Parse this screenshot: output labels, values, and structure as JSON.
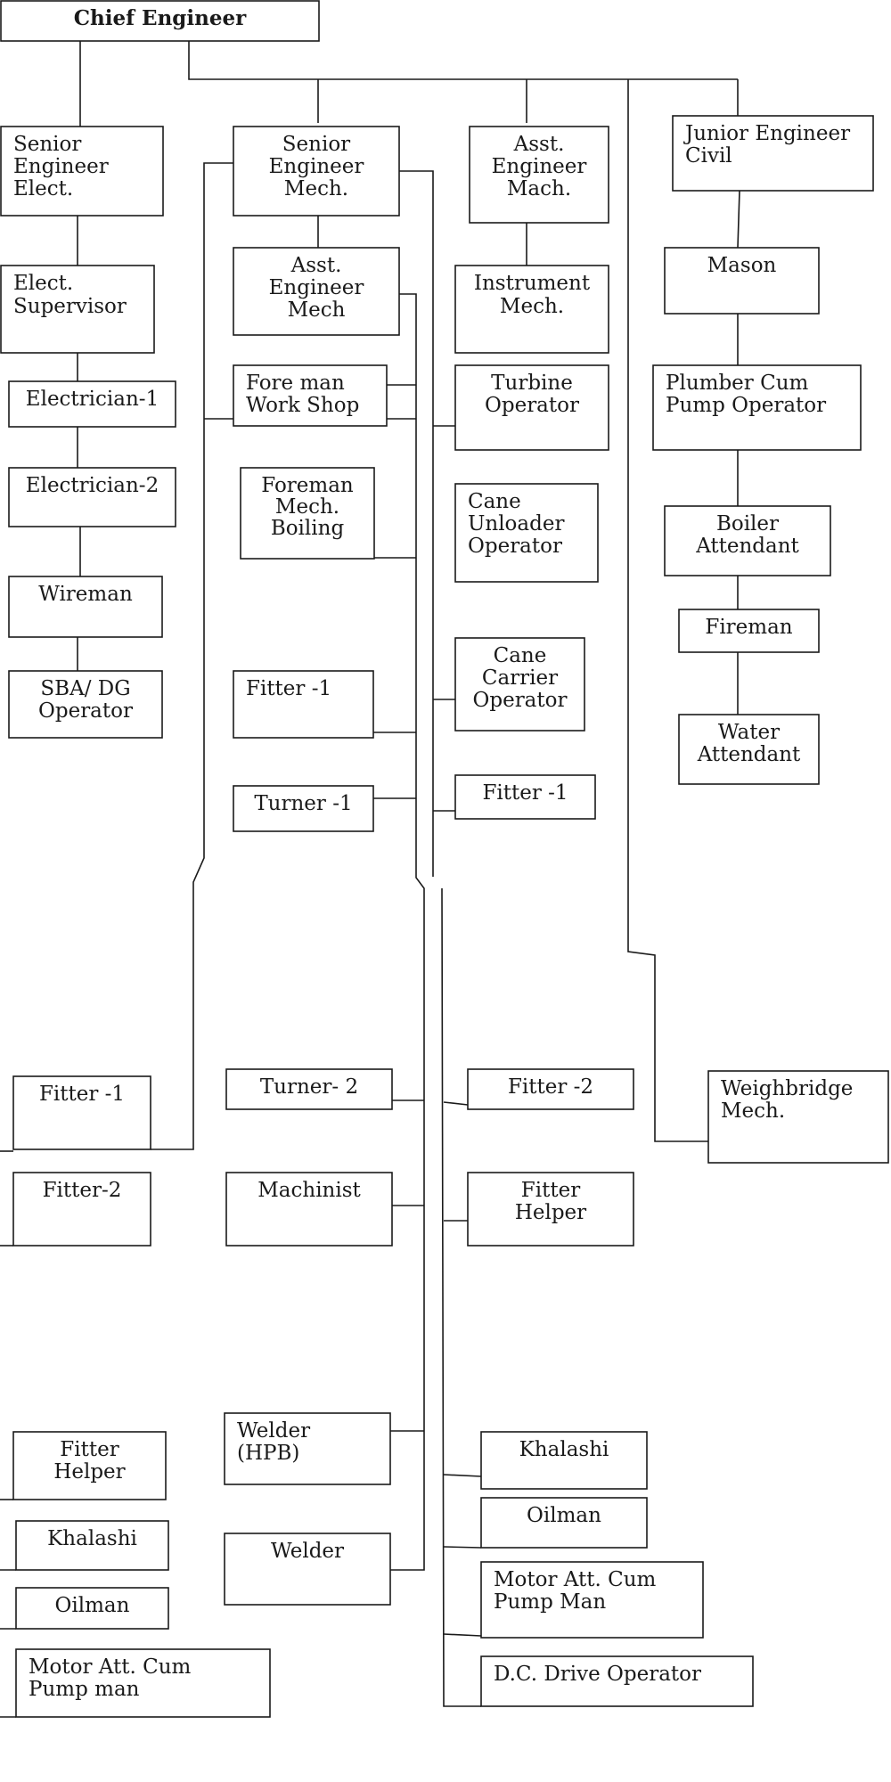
{
  "nodes": {
    "chief": {
      "lines": [
        "Chief Engineer"
      ]
    },
    "sr_elect": {
      "lines": [
        "Senior",
        "Engineer",
        "Elect."
      ]
    },
    "sr_mech": {
      "lines": [
        "Senior",
        "Engineer",
        "Mech."
      ]
    },
    "asst_mach": {
      "lines": [
        "Asst.",
        "Engineer",
        "Mach."
      ]
    },
    "je_civil": {
      "lines": [
        "Junior Engineer",
        "Civil"
      ]
    },
    "elect_sup": {
      "lines": [
        "Elect.",
        "Supervisor"
      ]
    },
    "asst_mech": {
      "lines": [
        "Asst.",
        "Engineer",
        "Mech"
      ]
    },
    "instrument": {
      "lines": [
        "Instrument",
        "Mech."
      ]
    },
    "mason": {
      "lines": [
        "Mason"
      ]
    },
    "electrician1": {
      "lines": [
        "Electrician-1"
      ]
    },
    "foreman_ws": {
      "lines": [
        "Fore man",
        "Work Shop"
      ]
    },
    "turbine": {
      "lines": [
        "Turbine",
        "Operator"
      ]
    },
    "plumber": {
      "lines": [
        "Plumber Cum",
        "Pump Operator"
      ]
    },
    "electrician2": {
      "lines": [
        "Electrician-2"
      ]
    },
    "foreman_boil": {
      "lines": [
        "Foreman",
        "Mech.",
        "Boiling"
      ]
    },
    "cane_unloader": {
      "lines": [
        "Cane",
        "Unloader",
        "Operator"
      ]
    },
    "boiler_att": {
      "lines": [
        "Boiler",
        "Attendant"
      ]
    },
    "wireman": {
      "lines": [
        "Wireman"
      ]
    },
    "fireman": {
      "lines": [
        "Fireman"
      ]
    },
    "sba_dg": {
      "lines": [
        "SBA/ DG",
        "Operator"
      ]
    },
    "fitter1_mid": {
      "lines": [
        "Fitter -1"
      ]
    },
    "cane_carrier": {
      "lines": [
        "Cane",
        "Carrier",
        "Operator"
      ]
    },
    "water_att": {
      "lines": [
        "Water",
        "Attendant"
      ]
    },
    "turner1": {
      "lines": [
        "Turner -1"
      ]
    },
    "fitter1_right": {
      "lines": [
        "Fitter -1"
      ]
    },
    "fitter1_left": {
      "lines": [
        "Fitter -1"
      ]
    },
    "turner2": {
      "lines": [
        "Turner- 2"
      ]
    },
    "fitter2_right": {
      "lines": [
        "Fitter -2"
      ]
    },
    "weighbridge": {
      "lines": [
        "Weighbridge",
        "Mech."
      ]
    },
    "fitter2_left": {
      "lines": [
        "Fitter-2"
      ]
    },
    "machinist": {
      "lines": [
        "Machinist"
      ]
    },
    "fitter_helper_right": {
      "lines": [
        "Fitter",
        "Helper"
      ]
    },
    "fitter_helper_left": {
      "lines": [
        "Fitter",
        "Helper"
      ]
    },
    "welder_hpb": {
      "lines": [
        "Welder",
        "(HPB)"
      ]
    },
    "khalashi_right": {
      "lines": [
        "Khalashi"
      ]
    },
    "khalashi_left": {
      "lines": [
        "Khalashi"
      ]
    },
    "oilman_right": {
      "lines": [
        "Oilman"
      ]
    },
    "welder": {
      "lines": [
        "Welder"
      ]
    },
    "oilman_left": {
      "lines": [
        "Oilman"
      ]
    },
    "motor_right": {
      "lines": [
        "Motor Att. Cum",
        "Pump Man"
      ]
    },
    "motor_left": {
      "lines": [
        "Motor Att. Cum",
        "Pump man"
      ]
    },
    "dc_drive": {
      "lines": [
        "D.C. Drive Operator"
      ]
    }
  }
}
